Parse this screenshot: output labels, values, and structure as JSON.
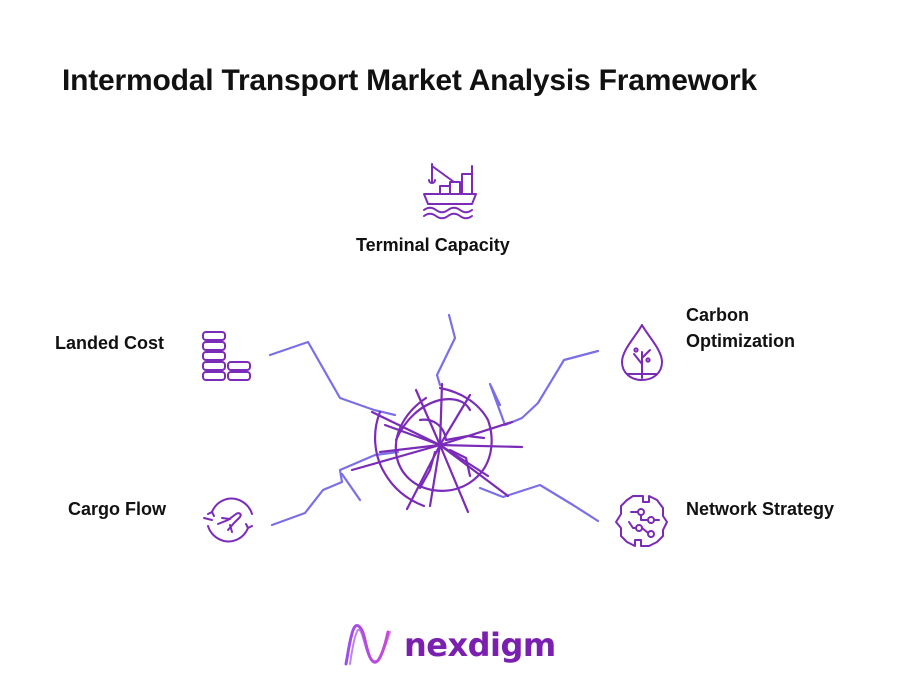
{
  "title": "Intermodal Transport Market Analysis Framework",
  "nodes": {
    "terminal_capacity": {
      "label": "Terminal Capacity",
      "icon": "port-crane-ship-icon"
    },
    "landed_cost": {
      "label": "Landed Cost",
      "icon": "coin-stacks-icon"
    },
    "carbon_optimization": {
      "label_line1": "Carbon",
      "label_line2": "Optimization",
      "icon": "leaf-drop-icon"
    },
    "cargo_flow": {
      "label": "Cargo Flow",
      "icon": "plane-cycle-icon"
    },
    "network_strategy": {
      "label": "Network Strategy",
      "icon": "circuit-brain-icon"
    }
  },
  "brand": {
    "name": "nexdigm",
    "icon": "nexdigm-logo-icon"
  },
  "colors": {
    "line": "#7b6fe8",
    "core": "#7a2bb8",
    "icon": "#7a2bb8",
    "text": "#111111",
    "brand_gradient_start": "#9b4fe8",
    "brand_gradient_end": "#c84bd6",
    "brand_text": "#7a1fb0"
  }
}
